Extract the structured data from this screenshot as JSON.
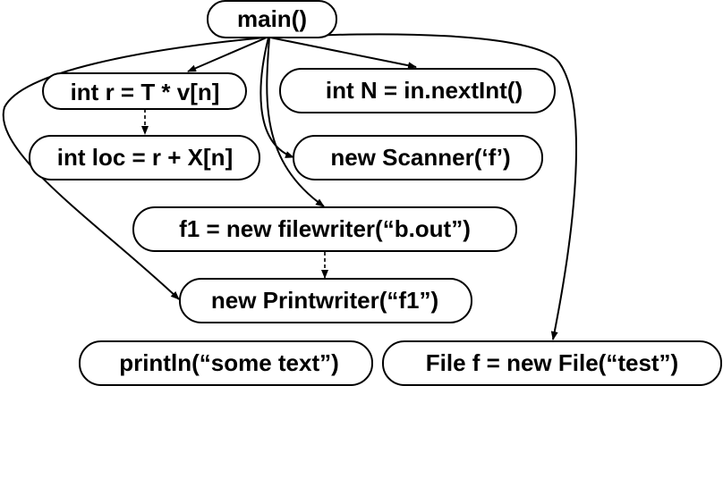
{
  "nodes": {
    "main": "main()",
    "int_r": "int r = T * v[n]",
    "int_loc": "int loc = r + X[n]",
    "int_n": "int N = in.nextInt()",
    "new_scanner": "new Scanner(‘f’)",
    "f1_filewriter": "f1 = new filewriter(“b.out”)",
    "new_printwriter": "new Printwriter(“f1”)",
    "println": "println(“some text”)",
    "file_f": "File f = new File(“test”)"
  }
}
